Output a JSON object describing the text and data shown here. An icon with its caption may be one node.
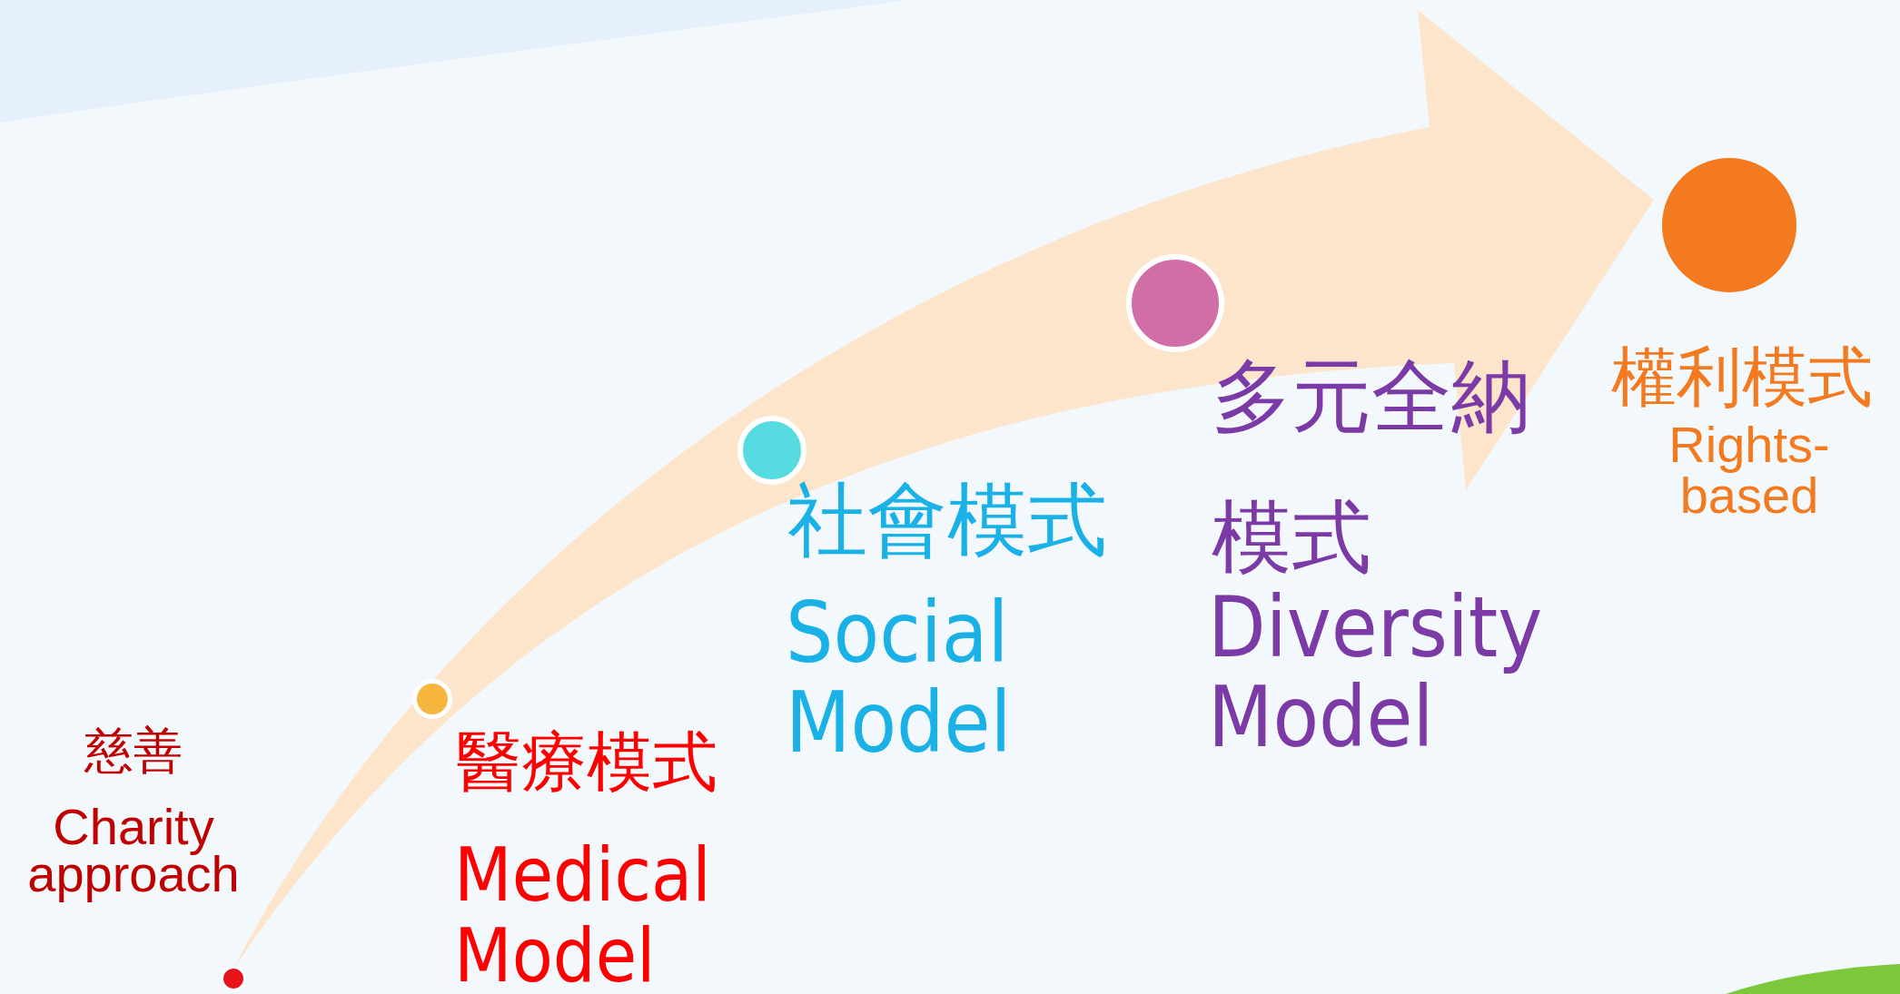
{
  "diagram": {
    "nodes": [
      {
        "text": [
          "慈善",
          "Charity approach"
        ]
      },
      {
        "text": [
          "醫療模式",
          "Medical Model"
        ]
      },
      {
        "text": [
          "社會模式",
          "Social Model"
        ]
      },
      {
        "text": [
          "多元全納模式",
          "Diversity Model"
        ]
      },
      {
        "text": [
          "權利模式",
          "Rights-based"
        ]
      }
    ]
  }
}
